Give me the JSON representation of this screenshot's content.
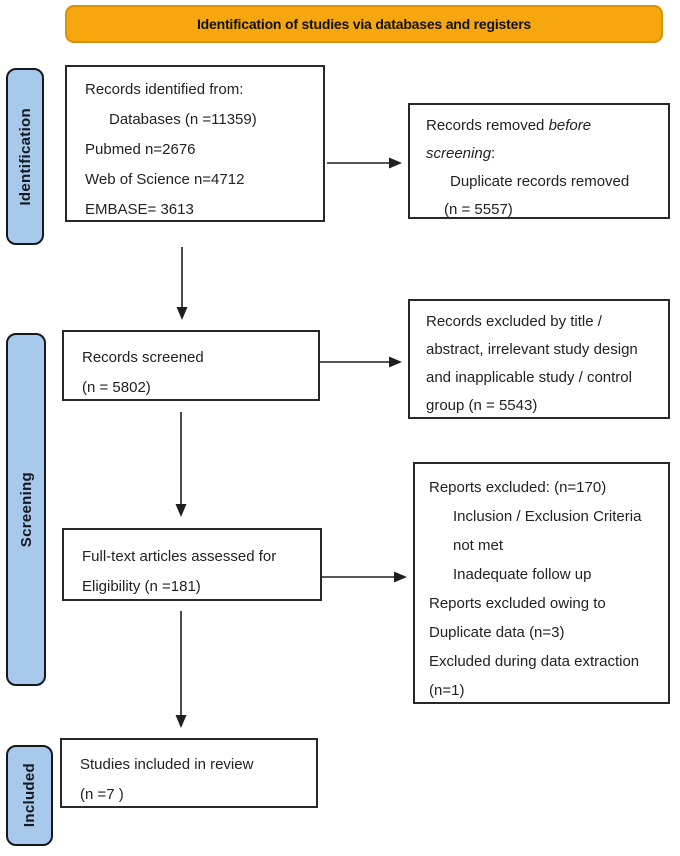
{
  "banner": {
    "label": "Identification of studies via databases and registers"
  },
  "stages": {
    "identification": "Identification",
    "screening": "Screening",
    "included": "Included"
  },
  "boxes": {
    "records_identified": {
      "lines": [
        "Records identified from:",
        "Databases (n =11359)",
        "Pubmed n=2676",
        "Web of Science n=4712",
        "EMBASE= 3613"
      ]
    },
    "records_removed": {
      "line1_normal": "Records removed ",
      "line1_italic": "before",
      "line2_italic": "screening",
      "line2_normal": ":",
      "line3": "Duplicate records removed",
      "line4": "(n = 5557)"
    },
    "records_screened": {
      "lines": [
        "Records screened",
        "(n = 5802)"
      ]
    },
    "records_excluded": {
      "lines": [
        "Records excluded by title /",
        "abstract, irrelevant study design",
        "and inapplicable study / control",
        "group (n = 5543)"
      ]
    },
    "fulltext_assessed": {
      "lines": [
        "Full-text articles assessed for",
        "Eligibility (n =181)"
      ]
    },
    "reports_excluded": {
      "lines": [
        "Reports excluded: (n=170)",
        "Inclusion / Exclusion Criteria",
        "not met",
        "Inadequate follow up",
        "Reports excluded owing to",
        "Duplicate data (n=3)",
        "Excluded during data extraction",
        "(n=1)"
      ]
    },
    "studies_included": {
      "lines": [
        "Studies included in review",
        "(n =7 )"
      ]
    }
  },
  "colors": {
    "banner_bg": "#F5A70D",
    "banner_border": "#D8920A",
    "stage_bg": "#A7C9EC",
    "stage_border": "#15181C",
    "box_border": "#25282C",
    "arrow": "#1F1F1F",
    "text": "#222222",
    "banner_text": "#101010"
  }
}
